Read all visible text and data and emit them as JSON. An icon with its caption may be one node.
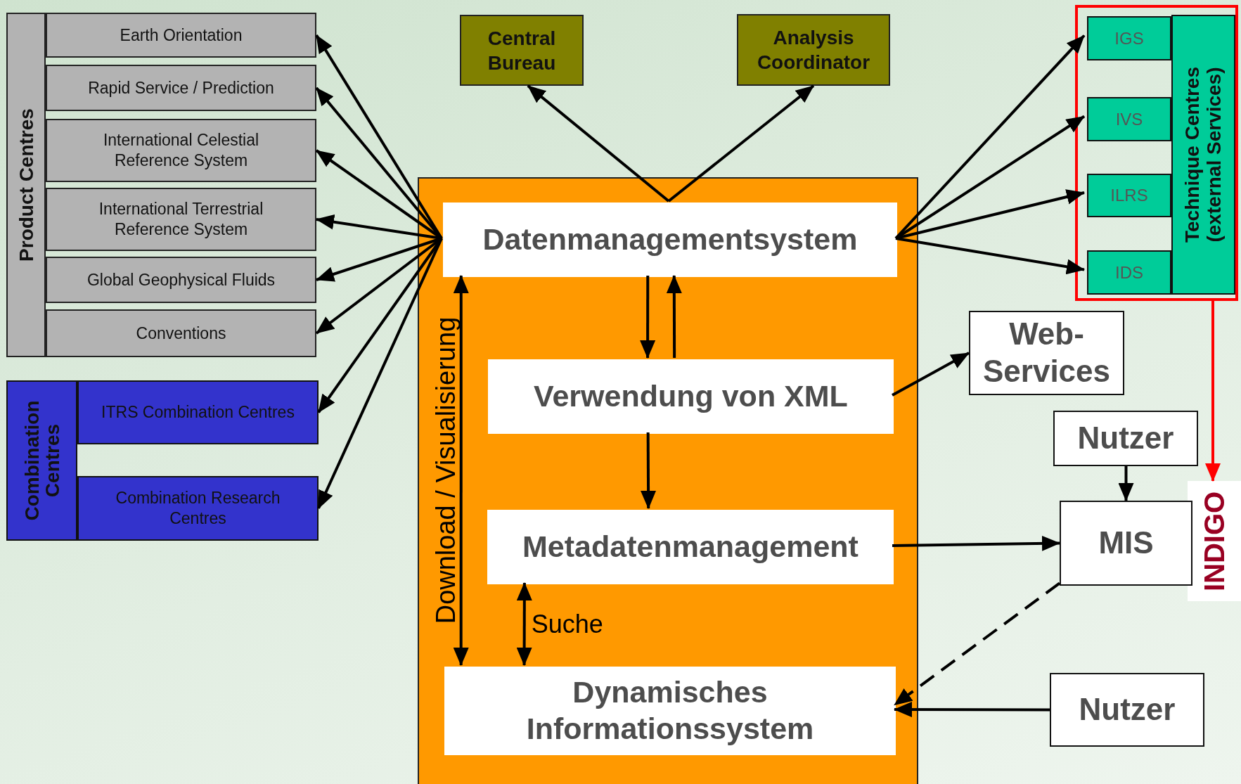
{
  "diagram": {
    "nodes": [
      {
        "text": [
          "Product Centres"
        ]
      },
      {
        "text": [
          "Earth Orientation"
        ]
      },
      {
        "text": [
          "Rapid Service / Prediction"
        ]
      },
      {
        "text": [
          "International Celestial Reference System"
        ]
      },
      {
        "text": [
          "International Terrestrial Reference System"
        ]
      },
      {
        "text": [
          "Global Geophysical Fluids"
        ]
      },
      {
        "text": [
          "Conventions"
        ]
      },
      {
        "text": [
          "Combination Centres"
        ]
      },
      {
        "text": [
          "ITRS Combination Centres"
        ]
      },
      {
        "text": [
          "Combination Research Centres"
        ]
      },
      {
        "text": [
          "Central Bureau"
        ]
      },
      {
        "text": [
          "Analysis Coordinator"
        ]
      },
      {
        "text": [],
        "shape": "box"
      },
      {
        "text": [
          "Technique Centres (external Services)"
        ],
        "in": 12
      },
      {
        "text": [
          "IGS"
        ],
        "in": 12
      },
      {
        "text": [
          "IVS"
        ],
        "in": 12
      },
      {
        "text": [
          "ILRS"
        ],
        "in": 12
      },
      {
        "text": [
          "IDS"
        ],
        "in": 12
      },
      {
        "text": [],
        "shape": "box"
      },
      {
        "text": [
          "Datenmanagementsystem"
        ],
        "in": 18
      },
      {
        "text": [
          "Verwendung von XML"
        ],
        "in": 18
      },
      {
        "text": [
          "Web-Services"
        ]
      },
      {
        "text": [
          "Nutzer"
        ]
      },
      {
        "text": [
          "INDIGO"
        ]
      },
      {
        "text": [
          "Metadatenmanagement"
        ],
        "in": 18
      },
      {
        "text": [
          "MIS"
        ]
      },
      {
        "text": [
          "Dynamisches Informationssystem"
        ],
        "in": 18
      },
      {
        "text": [
          "Nutzer"
        ]
      }
    ],
    "edges": [
      {
        "from": 19,
        "to": 1,
        "arrow": "to"
      },
      {
        "from": 19,
        "to": 2,
        "arrow": "to"
      },
      {
        "from": 19,
        "to": 3,
        "arrow": "to"
      },
      {
        "from": 19,
        "to": 4,
        "arrow": "to"
      },
      {
        "from": 19,
        "to": 5,
        "arrow": "to"
      },
      {
        "from": 19,
        "to": 6,
        "arrow": "to"
      },
      {
        "from": 19,
        "to": 8,
        "arrow": "to"
      },
      {
        "from": 19,
        "to": 9,
        "arrow": "to"
      },
      {
        "from": 19,
        "to": 10,
        "arrow": "to"
      },
      {
        "from": 19,
        "to": 11,
        "arrow": "to"
      },
      {
        "from": 19,
        "to": 14,
        "arrow": "to"
      },
      {
        "from": 19,
        "to": 15,
        "arrow": "to"
      },
      {
        "from": 19,
        "to": 16,
        "arrow": "to"
      },
      {
        "from": 19,
        "to": 17,
        "arrow": "to"
      },
      {
        "from": 19,
        "to": 20,
        "arrow": "to"
      },
      {
        "from": 20,
        "to": 19,
        "arrow": "to"
      },
      {
        "from": 20,
        "to": 21,
        "arrow": "to"
      },
      {
        "from": 20,
        "to": 24,
        "arrow": "to"
      },
      {
        "from": 24,
        "to": 26,
        "arrow": "both",
        "label": "Suche"
      },
      {
        "from": 19,
        "to": 26,
        "arrow": "both",
        "label": "Download / Visualisierung"
      },
      {
        "from": 24,
        "to": 25,
        "arrow": "to"
      },
      {
        "from": 22,
        "to": 25,
        "arrow": "to"
      },
      {
        "from": 25,
        "to": 26,
        "arrow": "to",
        "style": "dashed"
      },
      {
        "from": 27,
        "to": 26,
        "arrow": "to"
      },
      {
        "from": 12,
        "to": 23,
        "arrow": "to",
        "color": "#ff0000"
      }
    ]
  }
}
